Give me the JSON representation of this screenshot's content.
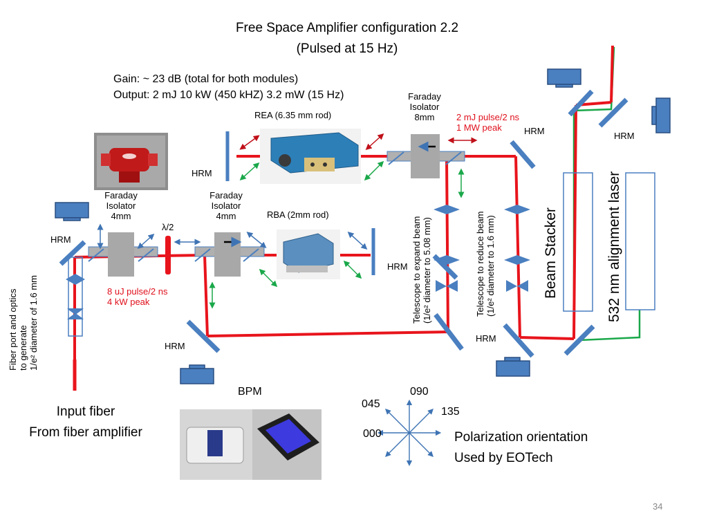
{
  "slide": {
    "title_line1": "Free Space Amplifier configuration 2.2",
    "title_line2": "(Pulsed at 15 Hz)",
    "gain": "Gain: ~ 23 dB  (total for both modules)",
    "output": "Output:  2 mJ    10 kW (450 kHZ)   3.2 mW (15 Hz)",
    "page_number": "34"
  },
  "labels": {
    "rea": "REA (6.35 mm rod)",
    "faraday_8mm": [
      "Faraday",
      "Isolator",
      "8mm"
    ],
    "pulse_2mj": [
      "2 mJ pulse/2 ns",
      "1 MW peak"
    ],
    "hrm": "HRM",
    "faraday_4mm_a": [
      "Faraday",
      "Isolator",
      "4mm"
    ],
    "faraday_4mm_b": [
      "Faraday",
      "Isolator",
      "4mm"
    ],
    "lambda_half": "λ/2",
    "rba": "RBA (2mm rod)",
    "pulse_8uj": [
      "8 uJ pulse/2 ns",
      "4 kW peak"
    ],
    "telescope_expand": [
      "Telescope to expand beam",
      "(1/e² diameter to 5.08 mm)"
    ],
    "telescope_reduce": [
      "Telescope to  reduce beam",
      "(1/e² diameter to 1.6 mm)"
    ],
    "beam_stacker": "Beam Stacker",
    "alignment_laser": "532 nm alignment laser",
    "fiber_port": [
      "Fiber port and optics",
      "to generate",
      "1/e² diameter of 1.6 mm"
    ],
    "input_fiber": [
      "Input fiber",
      "From fiber amplifier"
    ],
    "bpm": "BPM",
    "pol_045": "045",
    "pol_090": "090",
    "pol_135": "135",
    "pol_000": "000",
    "polarization": [
      "Polarization orientation",
      "Used by EOTech"
    ]
  },
  "colors": {
    "beam": "#e8141c",
    "alignment": "#1aa84a",
    "optic": "#4a7fc0",
    "arrow_red": "#c0101a",
    "arrow_green": "#1aa84a",
    "arrow_blue": "#3f74b4"
  }
}
